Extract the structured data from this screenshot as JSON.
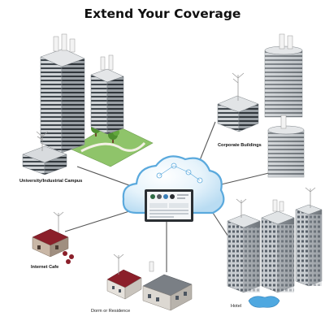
{
  "title": "Extend Your Coverage",
  "sites": {
    "campus": "University/Industrial Campus",
    "corporate": "Corporate Buildings",
    "cafe": "Internet Cafe",
    "residence": "Dorm or Residence",
    "hotel": "Hotel"
  },
  "hub": {
    "cloud_color": "#5aa9dd",
    "icon": "cloud-controller-tablet"
  },
  "link_color": "#555555"
}
